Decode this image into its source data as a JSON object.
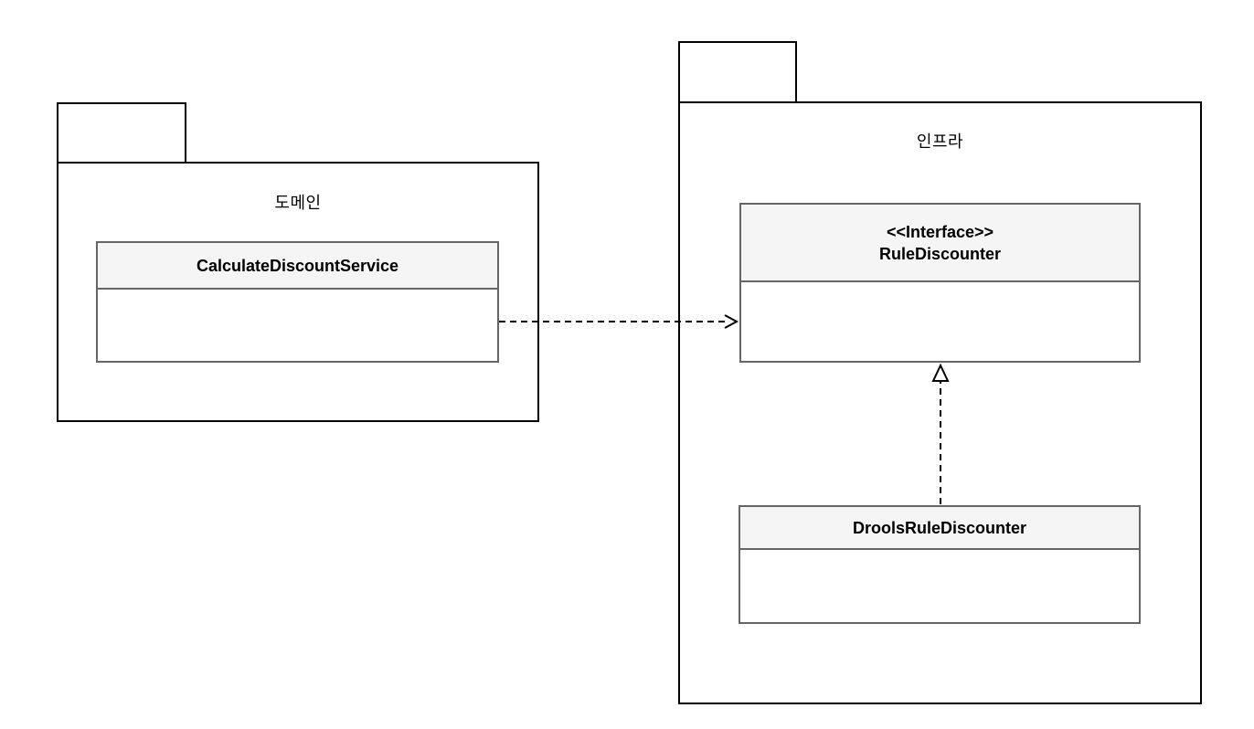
{
  "diagram": {
    "background": "#ffffff",
    "packages": [
      {
        "id": "domain",
        "label": "도메인",
        "classes": [
          {
            "stereotype": "",
            "name": "CalculateDiscountService"
          }
        ]
      },
      {
        "id": "infra",
        "label": "인프라",
        "classes": [
          {
            "stereotype": "<<Interface>>",
            "name": "RuleDiscounter"
          },
          {
            "stereotype": "",
            "name": "DroolsRuleDiscounter"
          }
        ]
      }
    ],
    "relations": [
      {
        "type": "dependency",
        "from": "CalculateDiscountService",
        "to": "RuleDiscounter",
        "line": "dashed",
        "head": "open-arrow"
      },
      {
        "type": "realization",
        "from": "DroolsRuleDiscounter",
        "to": "RuleDiscounter",
        "line": "dashed",
        "head": "hollow-triangle"
      }
    ],
    "colors": {
      "package_border": "#000000",
      "class_border": "#666666",
      "class_header_fill": "#f5f5f5",
      "class_body_fill": "#ffffff",
      "text": "#000000",
      "edge": "#000000"
    }
  }
}
